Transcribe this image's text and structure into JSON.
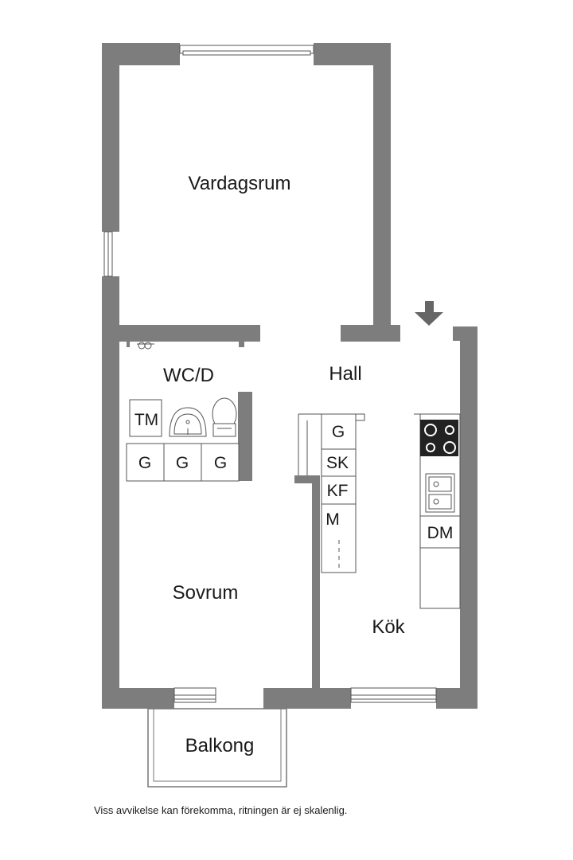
{
  "rooms": {
    "vardagsrum": "Vardagsrum",
    "wc": "WC/D",
    "hall": "Hall",
    "sovrum": "Sovrum",
    "kok": "Kök",
    "balkong": "Balkong"
  },
  "fixtures": {
    "tm": "TM",
    "g": "G",
    "sk": "SK",
    "kf": "KF",
    "m": "M",
    "dm": "DM"
  },
  "icons": [
    "entrance-arrow-icon",
    "stove-icon",
    "sink-icon",
    "washbasin-icon",
    "toilet-icon"
  ],
  "colors": {
    "wall": "#7d7d7d",
    "line": "#555555",
    "text": "#1a1a1a"
  },
  "footnote": "Viss avvikelse kan förekomma, ritningen är ej skalenlig."
}
